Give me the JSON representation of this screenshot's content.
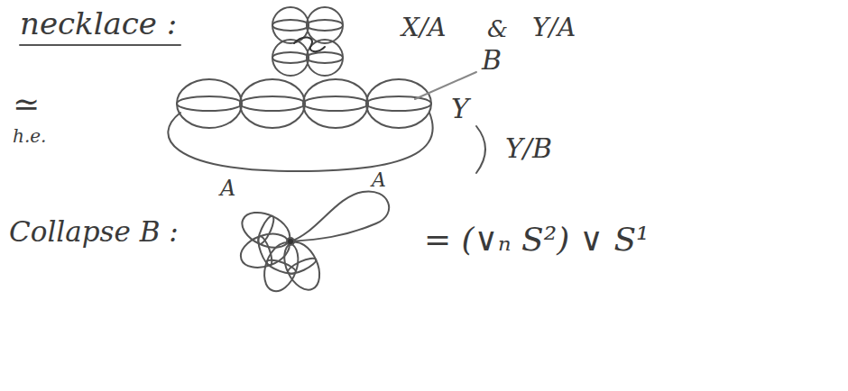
{
  "diagram": {
    "labels": [
      "necklace :",
      "X/A",
      "&",
      "Y/A",
      "≃",
      "h.e.",
      "B",
      "Y",
      "Y/B",
      "A",
      "Collapse B :",
      "A",
      "= (∨ₙ S²) ∨ S¹"
    ]
  }
}
